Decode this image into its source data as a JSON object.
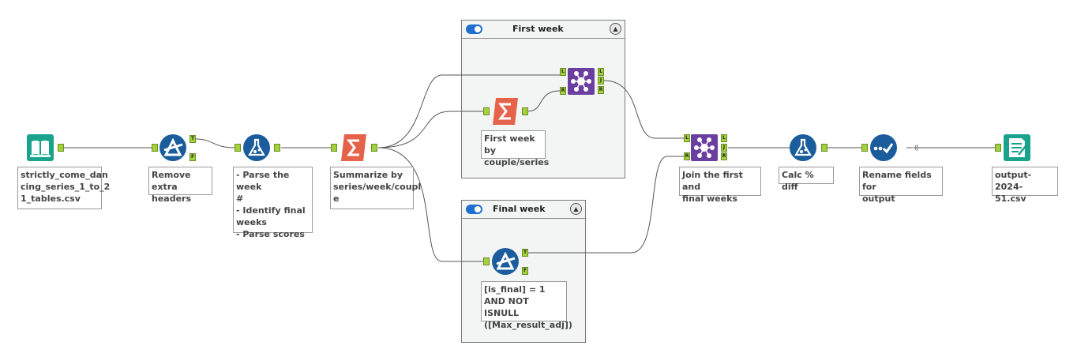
{
  "containers": {
    "first_week": {
      "title": "First week",
      "collapse_glyph": "▲"
    },
    "final_week": {
      "title": "Final week",
      "collapse_glyph": "▲"
    }
  },
  "tools": {
    "input": {
      "icon": "book-input-icon",
      "label": "strictly_come_dan\ncing_series_1_to_2\n1_tables.csv",
      "color": "#1aa38c"
    },
    "remove_headers": {
      "icon": "filter-icon",
      "label": "Remove extra\nheaders",
      "color": "#1b5c9c"
    },
    "parse": {
      "icon": "formula-flask-icon",
      "label": "- Parse the week\n#\n- Identify final\nweeks\n- Parse scores",
      "color": "#1b5c9c"
    },
    "summarize": {
      "icon": "summarize-sigma-icon",
      "label": "Summarize by\nseries/week/coupl\ne",
      "color": "#e4634a"
    },
    "first_summarize": {
      "icon": "summarize-sigma-icon",
      "label": "First week by\ncouple/series",
      "color": "#e4634a"
    },
    "first_join": {
      "icon": "join-icon",
      "label": "",
      "color": "#6b3fa0"
    },
    "final_filter": {
      "icon": "filter-icon",
      "label": "[is_final] = 1\nAND NOT ISNULL\n([Max_result_adj])",
      "color": "#1b5c9c"
    },
    "main_join": {
      "icon": "join-icon",
      "label": "Join the first and\nfinal weeks",
      "color": "#6b3fa0"
    },
    "calc": {
      "icon": "formula-flask-icon",
      "label": "Calc % diff",
      "color": "#1b5c9c"
    },
    "rename": {
      "icon": "select-check-icon",
      "label": "Rename fields for\noutput",
      "color": "#1b5c9c"
    },
    "output": {
      "icon": "output-file-icon",
      "label": "output-2024-\n51.csv",
      "color": "#1aa38c"
    }
  },
  "anchor_letters": {
    "true": "T",
    "false": "F",
    "left": "L",
    "right": "R",
    "join": "J"
  }
}
